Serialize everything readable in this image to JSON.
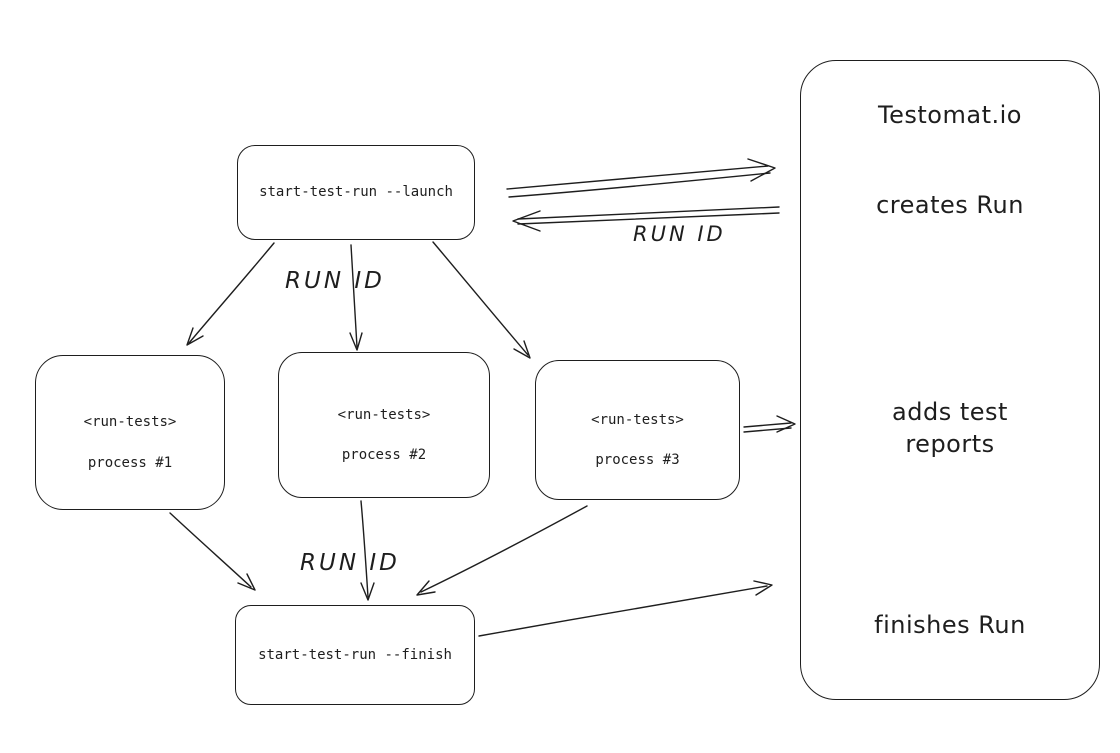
{
  "nodes": {
    "launch": {
      "label": "start-test-run --launch"
    },
    "process1": {
      "line1": "<run-tests>",
      "line2": "process #1"
    },
    "process2": {
      "line1": "<run-tests>",
      "line2": "process #2"
    },
    "process3": {
      "line1": "<run-tests>",
      "line2": "process #3"
    },
    "finish": {
      "label": "start-test-run --finish"
    }
  },
  "panel": {
    "title": "Testomat.io",
    "creates": "creates Run",
    "adds": "adds test reports",
    "finishes": "finishes Run"
  },
  "labels": {
    "run_id_top": "RUN ID",
    "run_id_fanout": "RUN ID",
    "run_id_fanin": "RUN ID"
  },
  "colors": {
    "stroke": "#1e1e1e",
    "background": "#ffffff"
  }
}
